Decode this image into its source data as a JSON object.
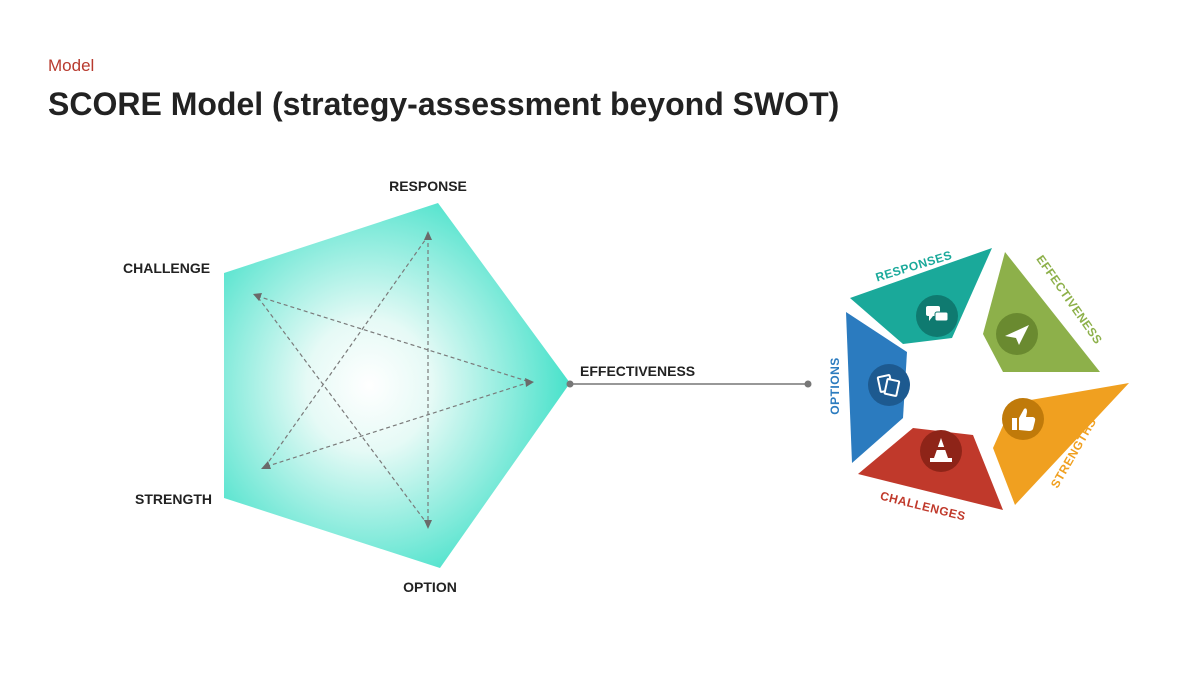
{
  "header": {
    "section": "Model",
    "title": "SCORE Model (strategy-assessment beyond SWOT)"
  },
  "pentagon": {
    "vertices": {
      "response": "RESPONSE",
      "challenge": "CHALLENGE",
      "effectiveness": "EFFECTIVENESS",
      "strength": "STRENGTH",
      "option": "OPTION"
    },
    "fill_color": "#3fe0c8"
  },
  "wheel": {
    "segments": [
      {
        "label": "RESPONSES",
        "color": "#1aa99a",
        "icon": "speech-bubbles-icon"
      },
      {
        "label": "EFFECTIVENESS",
        "color": "#8db04a",
        "icon": "paper-plane-icon"
      },
      {
        "label": "STRENGTHS",
        "color": "#f0a020",
        "icon": "thumbs-up-icon"
      },
      {
        "label": "CHALLENGES",
        "color": "#c0392b",
        "icon": "traffic-cone-icon"
      },
      {
        "label": "OPTIONS",
        "color": "#2b7bbf",
        "icon": "cards-icon"
      }
    ]
  }
}
